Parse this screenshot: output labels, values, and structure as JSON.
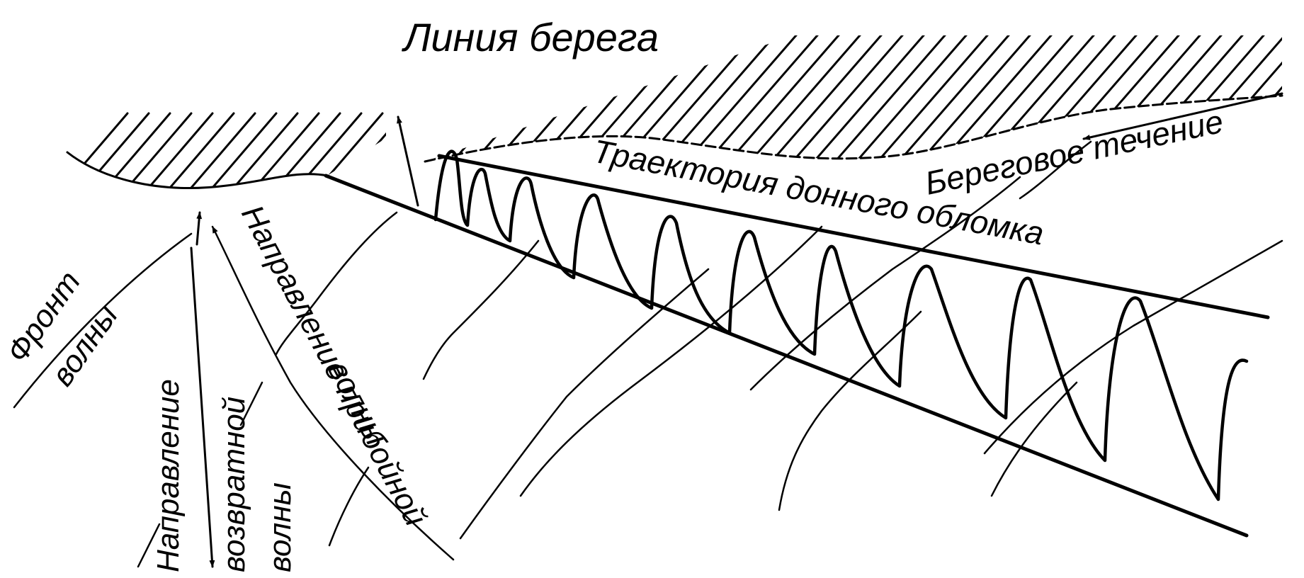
{
  "colors": {
    "ink": "#000000",
    "background": "#ffffff"
  },
  "labels": {
    "shoreline": "Линия берега",
    "particle_trajectory": "Траектория донного обломка",
    "longshore_current": "Береговое течение",
    "wave_front_1": "Фронт",
    "wave_front_2": "волны",
    "swash_direction_1": "Направление прибойной",
    "swash_direction_2": "волны",
    "backwash_direction_1": "Направление",
    "backwash_direction_2": "возвратной",
    "backwash_direction_3": "волны"
  },
  "icons": {
    "hatching": "shore-hatching-pattern",
    "arrow": "arrowhead"
  }
}
